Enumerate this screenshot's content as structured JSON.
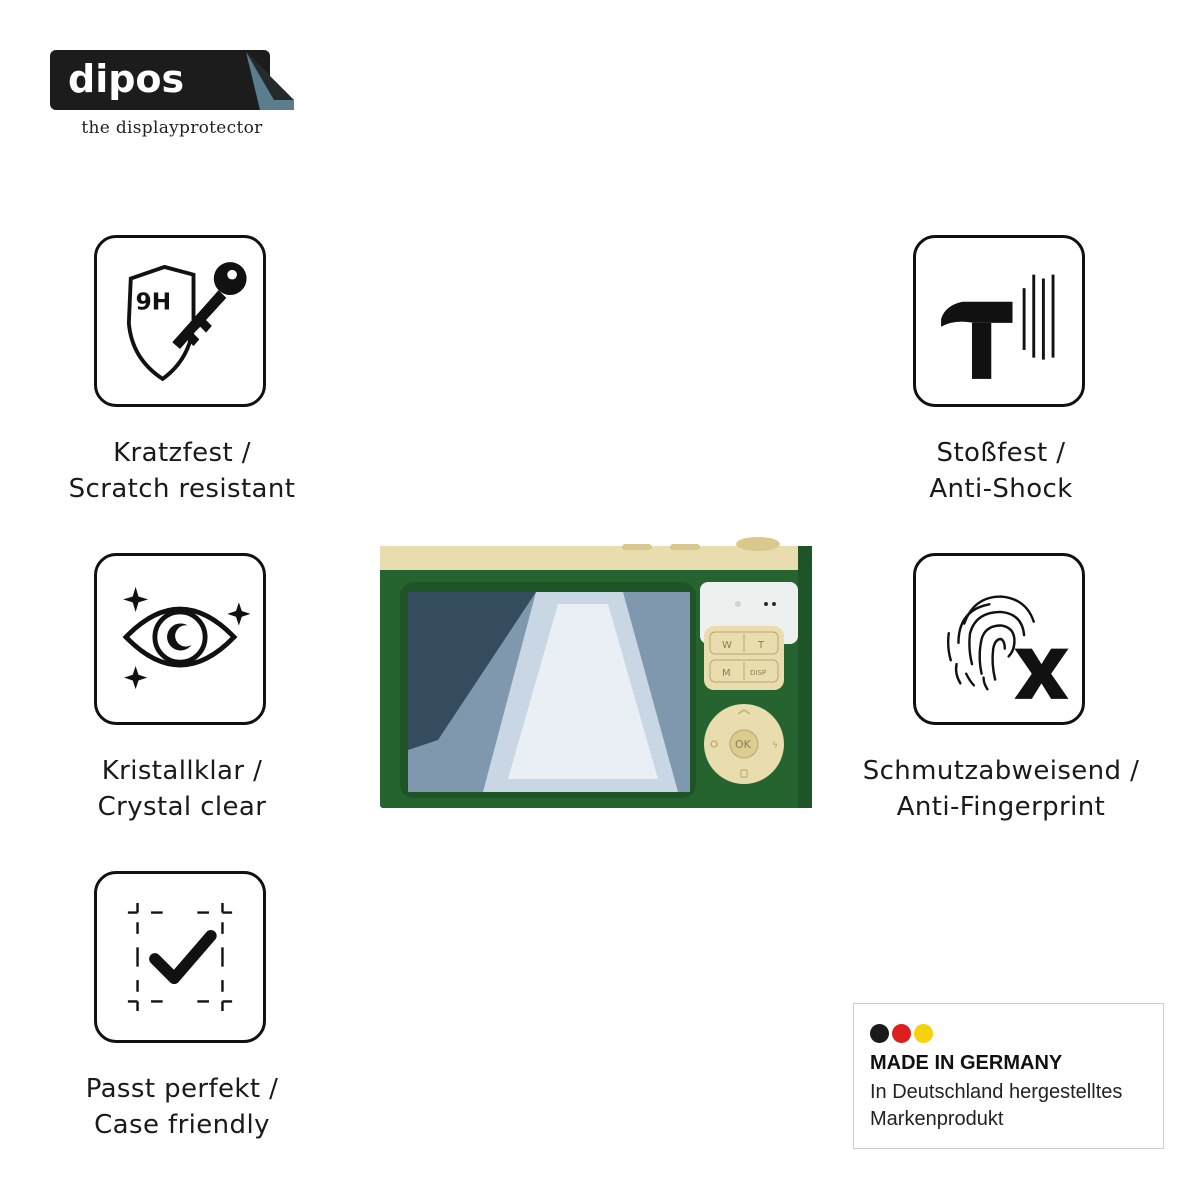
{
  "brand": {
    "name": "dipos",
    "tagline": "the displayprotector",
    "colors": {
      "logo_bg": "#1c1c1c",
      "logo_fold": "#5b7e8f"
    }
  },
  "features": [
    {
      "id": "scratch",
      "icon": "shield-key-9h-icon",
      "badge": "9H",
      "line1": "Kratzfest /",
      "line2": "Scratch resistant"
    },
    {
      "id": "clear",
      "icon": "eye-sparkle-icon",
      "line1": "Kristallklar /",
      "line2": "Crystal clear"
    },
    {
      "id": "fit",
      "icon": "checkmark-frame-icon",
      "line1": "Passt perfekt /",
      "line2": "Case friendly"
    },
    {
      "id": "shock",
      "icon": "hammer-icon",
      "line1": "Stoßfest /",
      "line2": "Anti-Shock"
    },
    {
      "id": "fingerprint",
      "icon": "fingerprint-x-icon",
      "line1": "Schmutzabweisend /",
      "line2": "Anti-Fingerprint"
    }
  ],
  "camera": {
    "body_color": "#25632f",
    "accent_color": "#e9dcae",
    "buttons": {
      "w": "W",
      "t": "T",
      "m": "M",
      "disp": "DISP",
      "ok": "OK"
    }
  },
  "made_in": {
    "title": "MADE IN GERMANY",
    "line1": "In Deutschland hergestelltes",
    "line2": "Markenprodukt",
    "flag_colors": [
      "#1a1a1a",
      "#dd1f1f",
      "#f5d20a"
    ]
  }
}
